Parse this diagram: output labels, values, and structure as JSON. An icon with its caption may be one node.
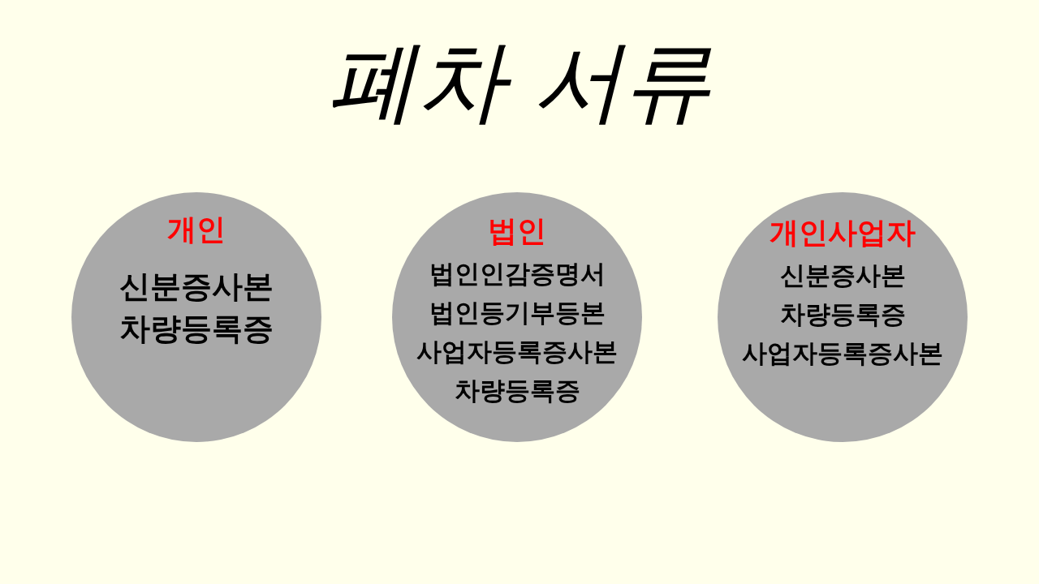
{
  "diagram": {
    "title": "폐차 서류",
    "nodes": [
      {
        "text": [
          "개인",
          "신분증사본",
          "차량등록증"
        ]
      },
      {
        "text": [
          "법인",
          "법인인감증명서",
          "법인등기부등본",
          "사업자등록증사본",
          "차량등록증"
        ]
      },
      {
        "text": [
          "개인사업자",
          "신분증사본",
          "차량등록증",
          "사업자등록증사본"
        ]
      }
    ]
  }
}
